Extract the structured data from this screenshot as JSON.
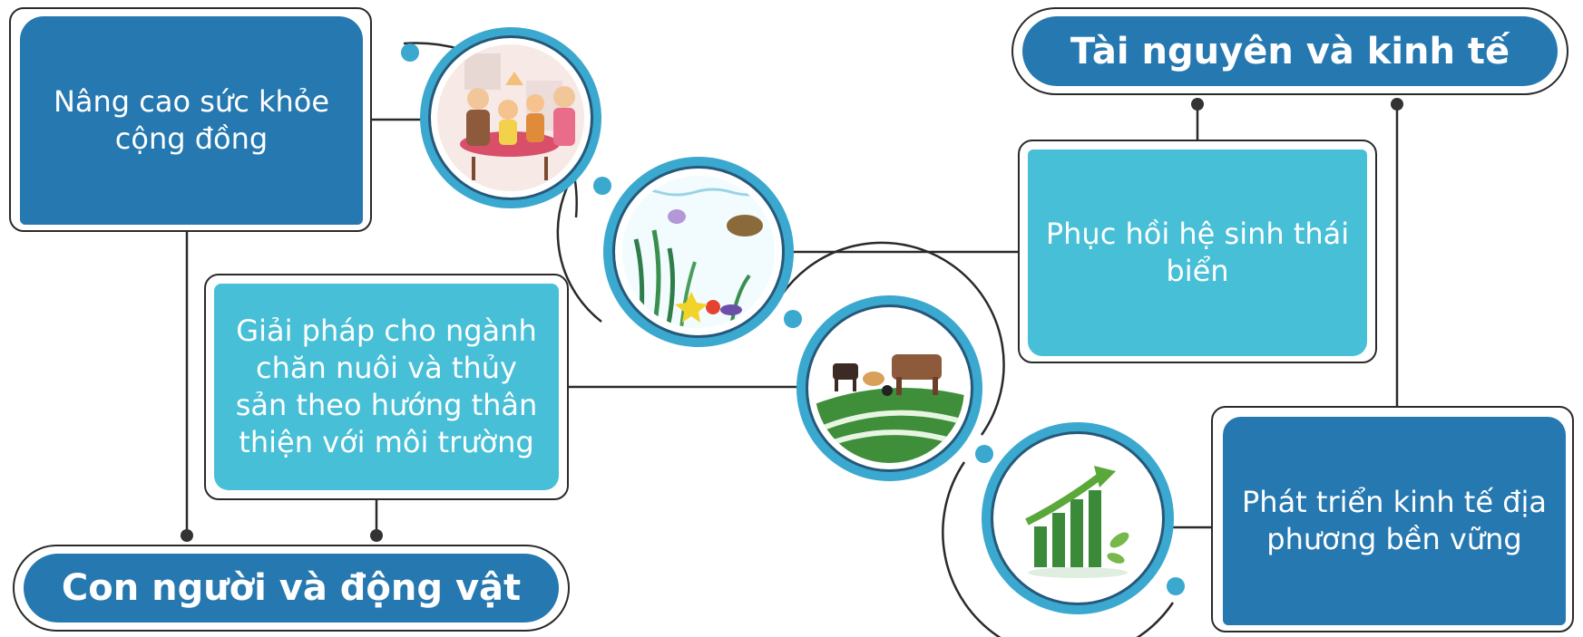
{
  "colors": {
    "dark_blue": "#2678b0",
    "light_blue": "#47bfd7",
    "circle_blue": "#3aa8cf",
    "line": "#2a2a2a"
  },
  "headings": {
    "resources_economy": "Tài nguyên và kinh tế",
    "people_animals": "Con người và động vật"
  },
  "boxes": {
    "health": [
      "Nâng cao sức khỏe",
      "cộng đồng"
    ],
    "livestock": [
      "Giải pháp cho ngành",
      "chăn nuôi và thủy",
      "sản theo hướng thân",
      "thiện với môi trường"
    ],
    "marine": [
      "Phục hồi hệ sinh thái",
      "biển"
    ],
    "local_economy": [
      "Phát triển kinh tế địa",
      "phương bền vững"
    ]
  },
  "icons": [
    "family-dining-icon",
    "marine-ecosystem-icon",
    "livestock-farm-icon",
    "growth-chart-icon"
  ]
}
